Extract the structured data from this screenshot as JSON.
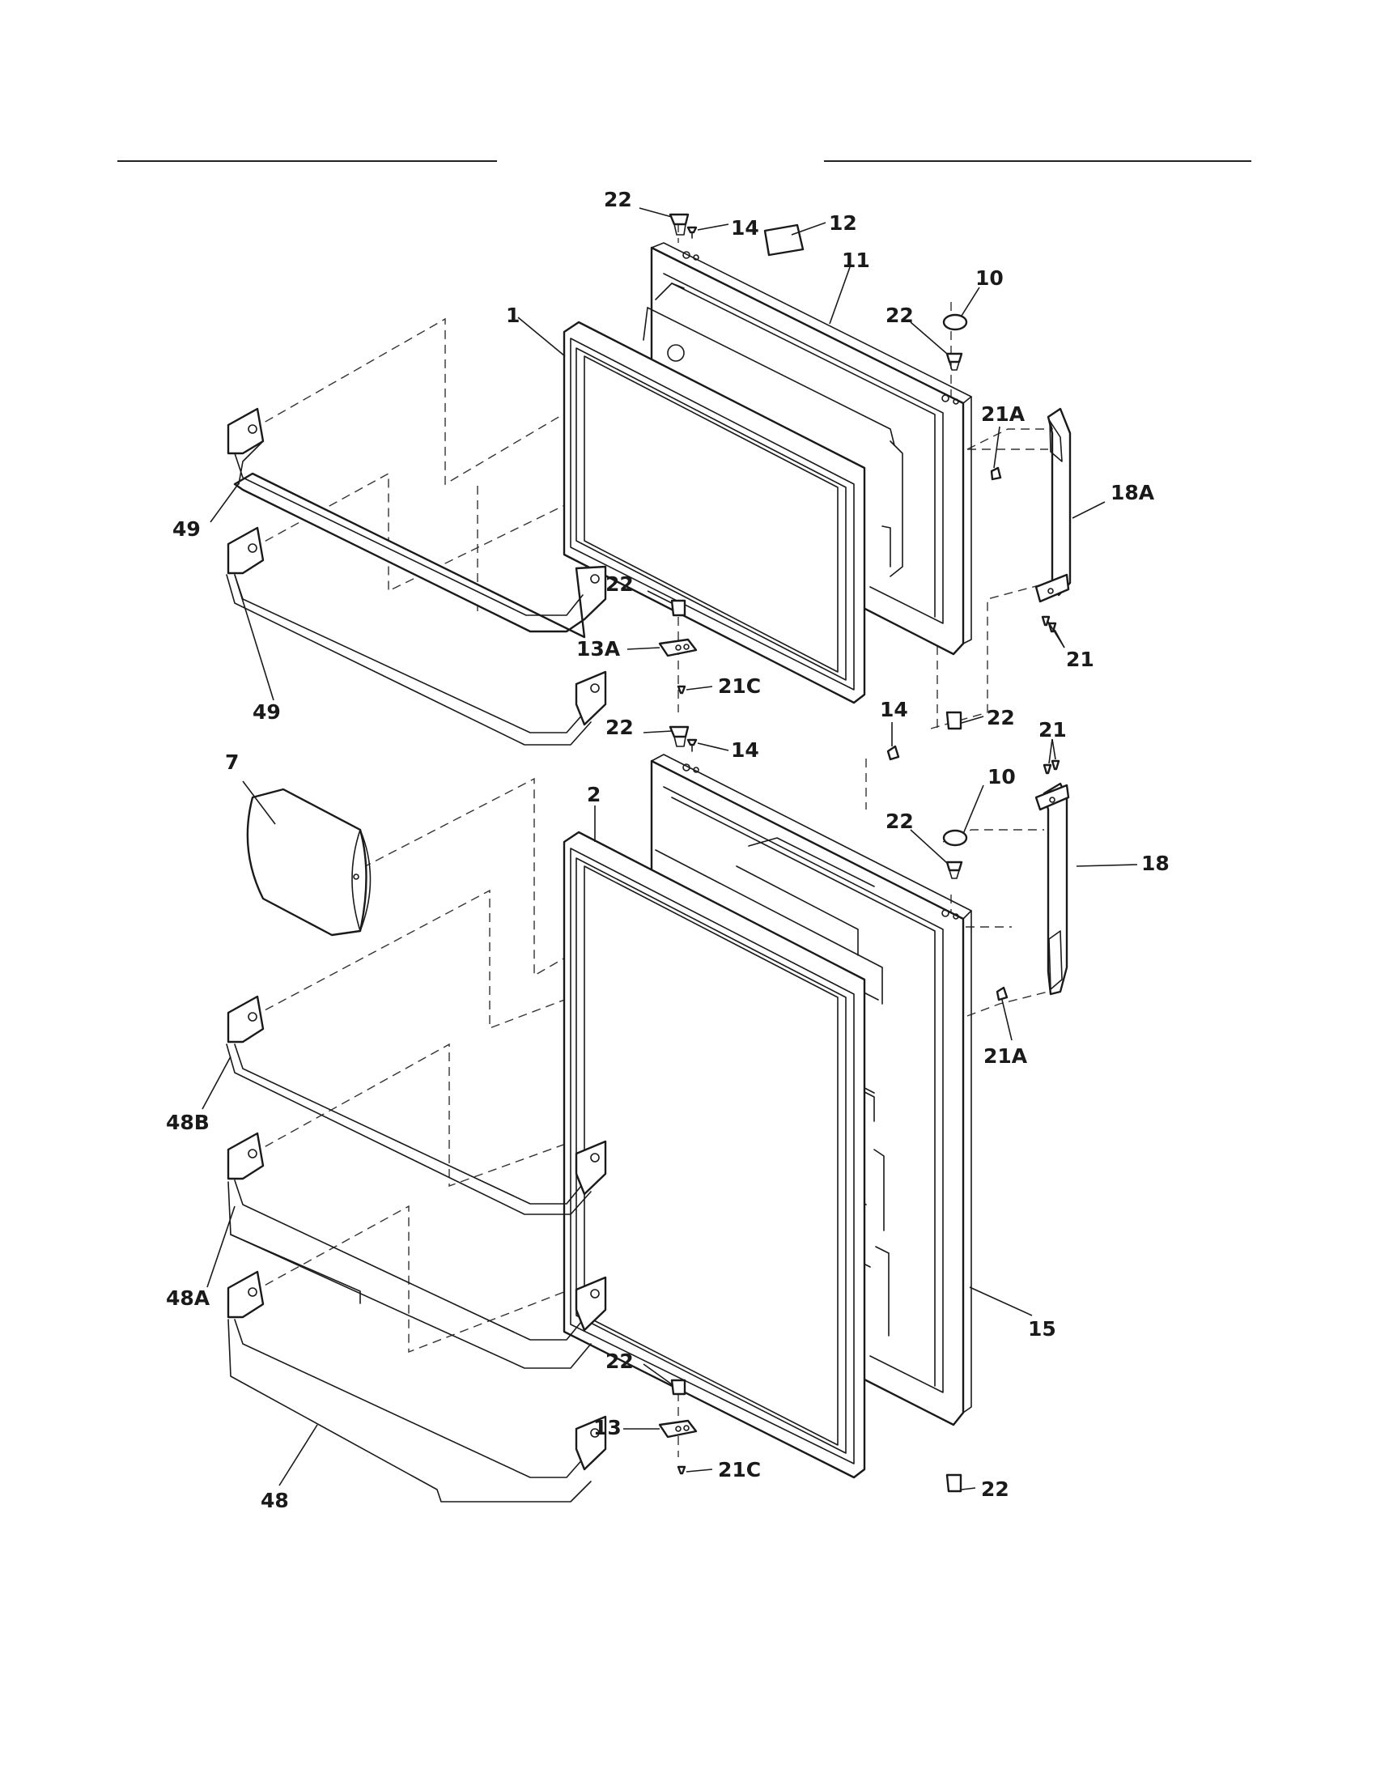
{
  "labels": {
    "l1": "1",
    "l2": "2",
    "l7": "7",
    "l10a": "10",
    "l10b": "10",
    "l11": "11",
    "l12": "12",
    "l13": "13",
    "l13A": "13A",
    "l14a": "14",
    "l14b": "14",
    "l14c": "14",
    "l15": "15",
    "l18": "18",
    "l18A": "18A",
    "l21a": "21",
    "l21b": "21",
    "l21Aa": "21A",
    "l21Ab": "21A",
    "l21Ca": "21C",
    "l21Cb": "21C",
    "l22a": "22",
    "l22b": "22",
    "l22c": "22",
    "l22d": "22",
    "l22e": "22",
    "l22f": "22",
    "l22g": "22",
    "l22h": "22",
    "l48": "48",
    "l48A": "48A",
    "l48B": "48B",
    "l49a": "49",
    "l49b": "49"
  }
}
